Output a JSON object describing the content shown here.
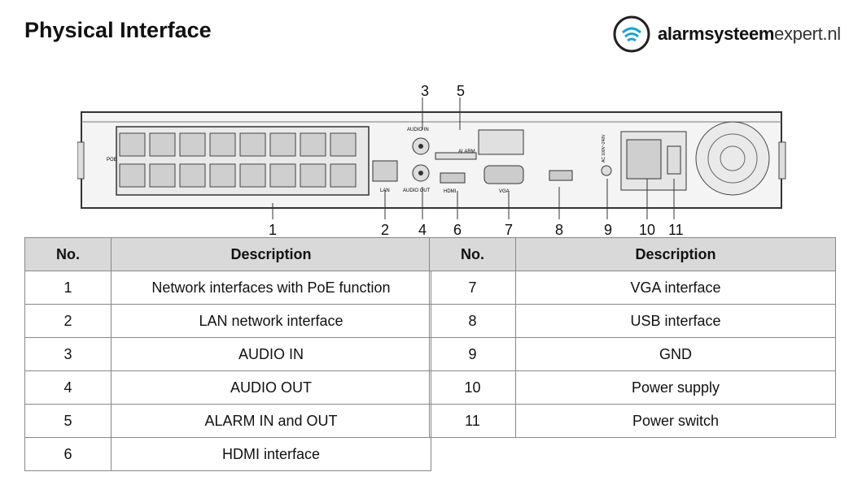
{
  "title": "Physical Interface",
  "logo": {
    "bold": "alarmsysteem",
    "thin": "expert.nl"
  },
  "device": {
    "labels": {
      "poe": "POE",
      "audio_in": "AUDIO IN",
      "audio_out": "AUDIO OUT",
      "alarm": "ALARM",
      "lan": "LAN",
      "vga": "VGA",
      "power_rating": "AC 100V~240V"
    },
    "callouts": [
      "1",
      "2",
      "3",
      "4",
      "5",
      "6",
      "7",
      "8",
      "9",
      "10",
      "11"
    ]
  },
  "table": {
    "headers": {
      "no": "No.",
      "description": "Description"
    },
    "left": [
      {
        "no": "1",
        "desc": "Network interfaces with PoE function"
      },
      {
        "no": "2",
        "desc": "LAN network interface"
      },
      {
        "no": "3",
        "desc": "AUDIO IN"
      },
      {
        "no": "4",
        "desc": "AUDIO OUT"
      },
      {
        "no": "5",
        "desc": "ALARM IN and OUT"
      },
      {
        "no": "6",
        "desc": "HDMI interface"
      }
    ],
    "right": [
      {
        "no": "7",
        "desc": "VGA interface"
      },
      {
        "no": "8",
        "desc": "USB interface"
      },
      {
        "no": "9",
        "desc": "GND"
      },
      {
        "no": "10",
        "desc": "Power supply"
      },
      {
        "no": "11",
        "desc": "Power switch"
      }
    ]
  }
}
